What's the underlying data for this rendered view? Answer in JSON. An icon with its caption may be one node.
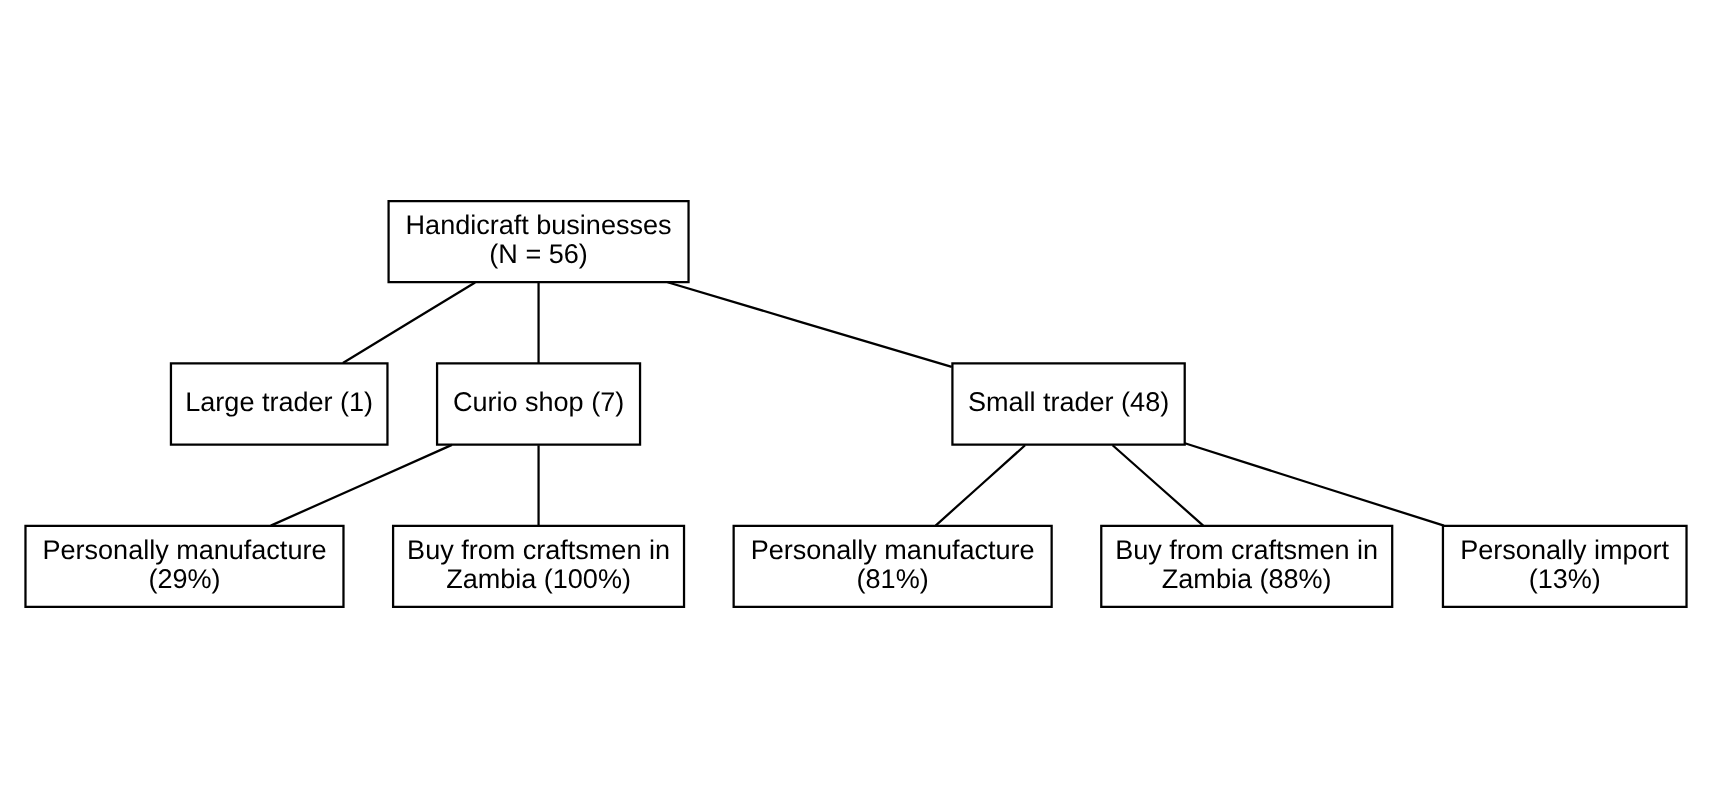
{
  "diagram": {
    "nodes": [
      {
        "text": [
          "Handicraft businesses (N = 56)"
        ]
      },
      {
        "text": [
          "Large trader (1)"
        ]
      },
      {
        "text": [
          "Curio shop (7)"
        ]
      },
      {
        "text": [
          "Small trader (48)"
        ]
      },
      {
        "text": [
          "Personally manufacture (29%)"
        ]
      },
      {
        "text": [
          "Buy from craftsmen in Zambia (100%)"
        ]
      },
      {
        "text": [
          "Personally manufacture (81%)"
        ]
      },
      {
        "text": [
          "Buy from craftsmen in Zambia (88%)"
        ]
      },
      {
        "text": [
          "Personally import (13%)"
        ]
      }
    ],
    "edges": [
      {
        "from": 0,
        "to": 1,
        "arrow": "none"
      },
      {
        "from": 0,
        "to": 2,
        "arrow": "none"
      },
      {
        "from": 0,
        "to": 3,
        "arrow": "none"
      },
      {
        "from": 2,
        "to": 4,
        "arrow": "none"
      },
      {
        "from": 2,
        "to": 5,
        "arrow": "none"
      },
      {
        "from": 3,
        "to": 6,
        "arrow": "none"
      },
      {
        "from": 3,
        "to": 7,
        "arrow": "none"
      },
      {
        "from": 3,
        "to": 8,
        "arrow": "none"
      }
    ]
  }
}
